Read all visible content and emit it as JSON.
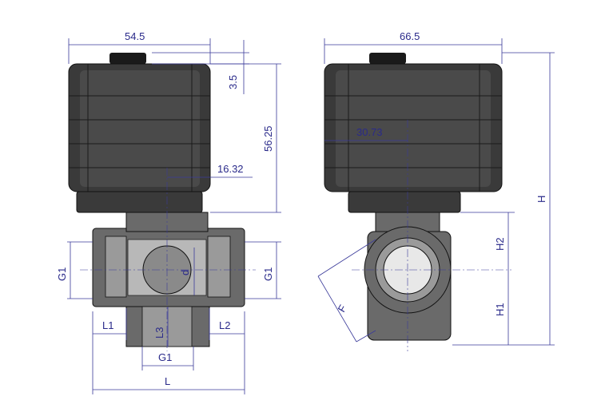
{
  "dimensions": {
    "front_width": "54.5",
    "cap_height": "3.5",
    "actuator_height": "56.25",
    "stem_offset": "16.32",
    "side_width": "66.5",
    "side_offset": "30.73",
    "total_height": "H",
    "upper_height": "H2",
    "lower_height": "H1",
    "flange_diag": "F",
    "port_left": "G1",
    "port_right": "G1",
    "port_bottom": "G1",
    "bore": "d",
    "len_left": "L1",
    "len_right": "L2",
    "len_bottom": "L3",
    "total_length": "L"
  },
  "colors": {
    "dimension_line": "#3a3a9a",
    "housing": "#3a3a3a",
    "valve_body": "#6a6a6a",
    "section": "#b8b8b8"
  }
}
